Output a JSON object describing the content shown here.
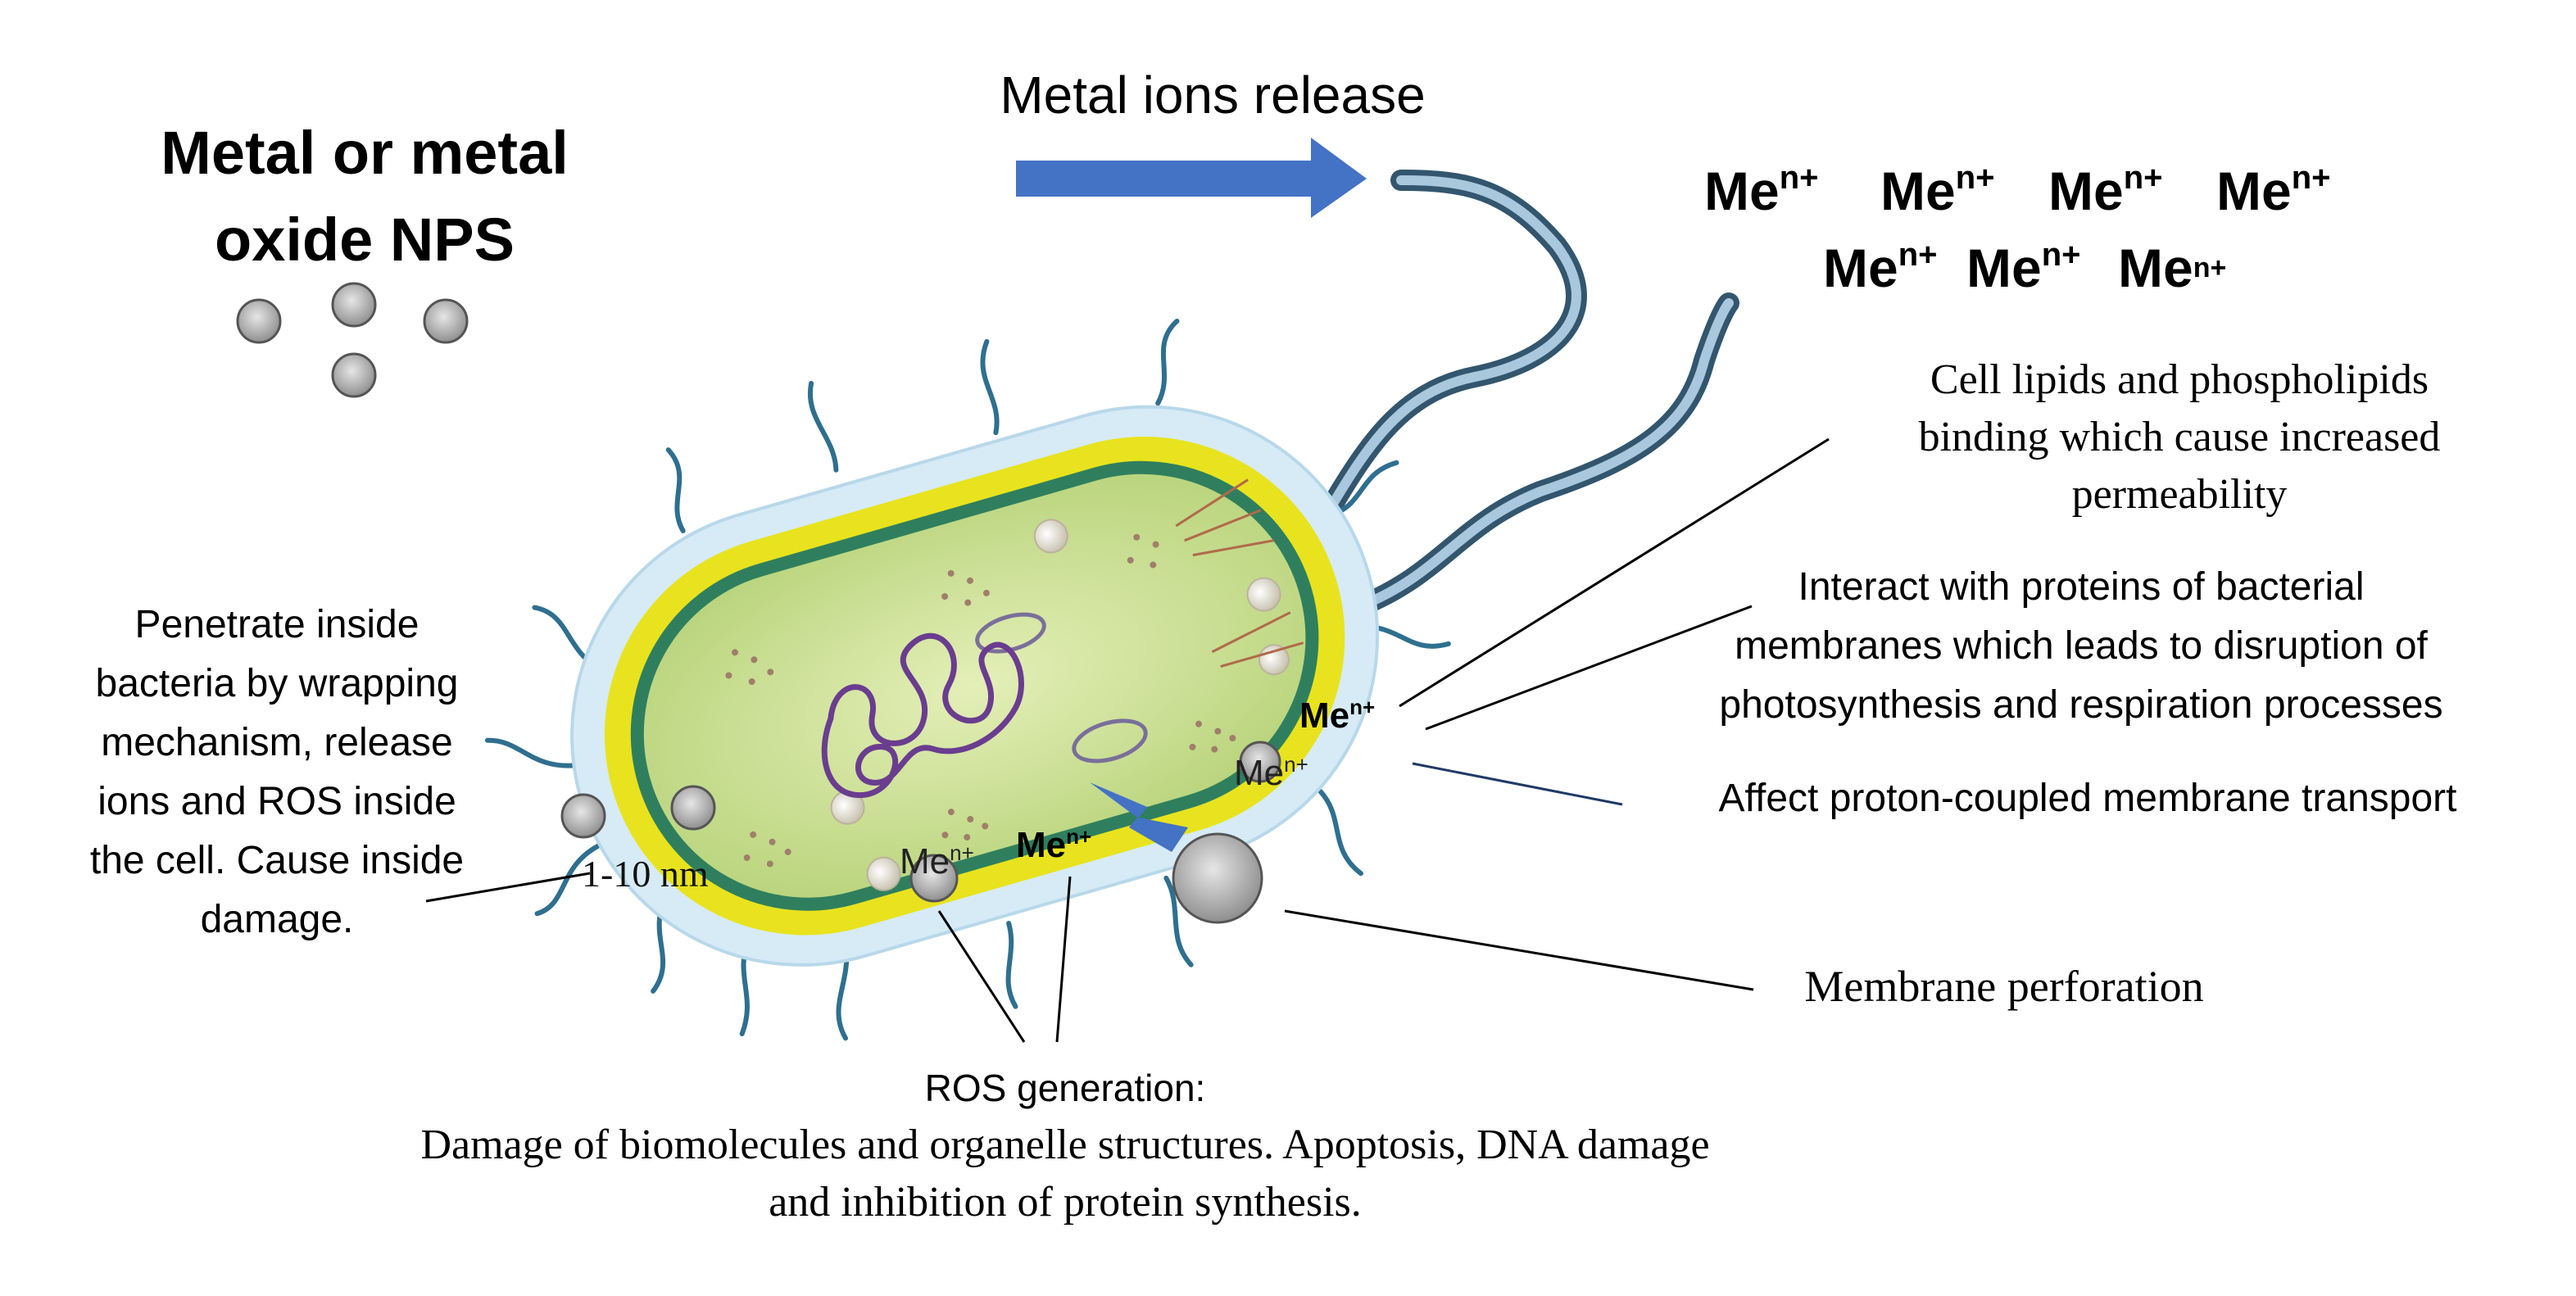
{
  "title": {
    "line1": "Metal or metal",
    "line2": "oxide NPS"
  },
  "release": {
    "label": "Metal ions release"
  },
  "ions": {
    "base": "Me",
    "charge": "n+"
  },
  "mechanisms": {
    "lipids": {
      "line1": "Cell lipids  and phospholipids",
      "line2": "binding  which cause increased",
      "line3": "permeability"
    },
    "proteins": {
      "line1": "Interact with proteins of bacterial",
      "line2": "membranes which leads to disruption of",
      "line3": "photosynthesis and respiration processes"
    },
    "transport": {
      "text": "Affect proton-coupled membrane transport"
    },
    "perforation": {
      "text": "Membrane perforation"
    },
    "penetrate": {
      "line1": "Penetrate inside",
      "line2": "bacteria by wrapping",
      "line3": "mechanism, release",
      "line4": "ions and ROS inside",
      "line5": "the cell. Cause inside",
      "line6": "damage."
    },
    "size": {
      "text": "1-10 nm"
    },
    "ros": {
      "heading": "ROS generation:",
      "line1": "Damage of biomolecules  and organelle structures. Apoptosis, DNA damage",
      "line2": "and inhibition  of protein synthesis."
    }
  },
  "colors": {
    "arrow": "#4472c4",
    "cytoplasm": "#cfe39a",
    "cell_wall": "#2f7f5e",
    "yellow_layer": "#e8e31e",
    "capsule": "#cfe6f2",
    "pili": "#2f6f8f",
    "dna": "#6a3d8f",
    "nanoparticle": "#b3b3b3"
  }
}
